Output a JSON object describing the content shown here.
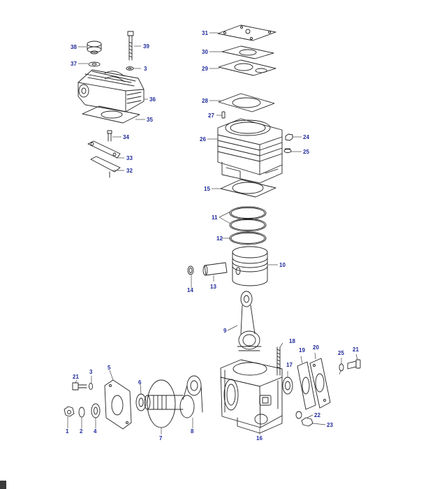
{
  "diagram": {
    "labels": {
      "l1": "1",
      "l2": "2",
      "l3a": "3",
      "l3b": "3",
      "l4": "4",
      "l5": "5",
      "l6": "6",
      "l7": "7",
      "l8": "8",
      "l9": "9",
      "l10": "10",
      "l11": "11",
      "l12": "12",
      "l13": "13",
      "l14": "14",
      "l15": "15",
      "l16": "16",
      "l17": "17",
      "l18": "18",
      "l19": "19",
      "l20": "20",
      "l21a": "21",
      "l21b": "21",
      "l22": "22",
      "l23": "23",
      "l24": "24",
      "l25a": "25",
      "l25b": "25",
      "l26": "26",
      "l27": "27",
      "l28": "28",
      "l29": "29",
      "l30": "30",
      "l31": "31",
      "l32": "32",
      "l33": "33",
      "l34": "34",
      "l35": "35",
      "l36": "36",
      "l37": "37",
      "l38": "38",
      "l39": "39"
    },
    "colors": {
      "label": "#1f2a9a",
      "line": "#222222",
      "leader": "#444444"
    }
  }
}
